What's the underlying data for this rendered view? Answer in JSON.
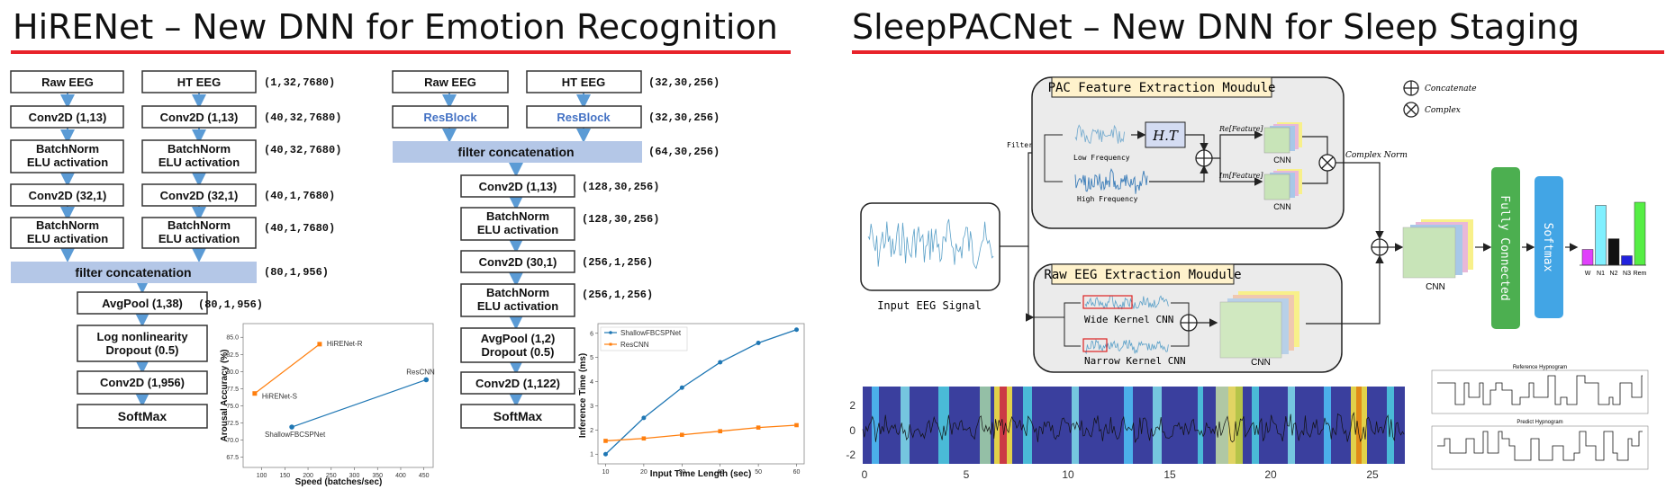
{
  "left_title": "HiRENet – New DNN for Emotion Recognition",
  "right_title": "SleepPACNet – New DNN for Sleep Staging",
  "hirenet": {
    "col_a": [
      "Raw EEG",
      "Conv2D (1,13)",
      "BatchNorm",
      "ELU activation",
      "Conv2D (32,1)",
      "BatchNorm",
      "ELU activation"
    ],
    "col_b": [
      "HT EEG",
      "Conv2D (1,13)",
      "BatchNorm",
      "ELU activation",
      "Conv2D (32,1)",
      "BatchNorm",
      "ELU activation"
    ],
    "concat": "filter concatenation",
    "tail": [
      "AvgPool (1,38)",
      "Log nonlinearity",
      "Dropout (0.5)",
      "Conv2D (1,956)",
      "SoftMax"
    ],
    "shapes": [
      "(1,32,7680)",
      "(40,32,7680)",
      "(40,32,7680)",
      "(40,1,7680)",
      "(40,1,7680)",
      "(80,1,956)",
      "(80,1,956)"
    ]
  },
  "resnet": {
    "col_a": [
      "Raw EEG",
      "ResBlock"
    ],
    "col_b": [
      "HT EEG",
      "ResBlock"
    ],
    "concat": "filter concatenation",
    "tail": [
      "Conv2D (1,13)",
      "BatchNorm",
      "ELU activation",
      "Conv2D (30,1)",
      "BatchNorm",
      "ELU activation",
      "AvgPool (1,2)",
      "Dropout (0.5)",
      "Conv2D (1,122)",
      "SoftMax"
    ],
    "shapes": [
      "(32,30,256)",
      "(32,30,256)",
      "(64,30,256)",
      "(128,30,256)",
      "(128,30,256)",
      "(256,1,256)",
      "(256,1,256)"
    ]
  },
  "colors": {
    "accent_red": "#e8222a",
    "concat_blue": "#b4c7e7",
    "resblock_blue": "#4472c4",
    "fc_green": "#4caf50",
    "softmax_blue": "#42a5e5",
    "series_blue": "#1f77b4",
    "series_orange": "#ff7f0e"
  },
  "chart_data": [
    {
      "type": "scatter",
      "xlabel": "Speed (batches/sec)",
      "ylabel": "Arousal Accuracy (%)",
      "xlim": [
        60,
        470
      ],
      "ylim": [
        66,
        87
      ],
      "xticks": [
        100,
        150,
        200,
        250,
        300,
        350,
        400,
        450
      ],
      "yticks": [
        67.5,
        70.0,
        72.5,
        75.0,
        77.5,
        80.0,
        82.5,
        85.0
      ],
      "points": [
        {
          "label": "HiRENet-S",
          "x": 85,
          "y": 76.8
        },
        {
          "label": "HiRENet-R",
          "x": 225,
          "y": 84.0
        },
        {
          "label": "ShallowFBCSPNet",
          "x": 165,
          "y": 71.9
        },
        {
          "label": "ResCNN",
          "x": 455,
          "y": 78.8
        }
      ]
    },
    {
      "type": "line",
      "xlabel": "Input Time Length (sec)",
      "ylabel": "Inference Time (ms)",
      "xlim": [
        8,
        62
      ],
      "ylim": [
        0.6,
        6.4
      ],
      "xticks": [
        10,
        20,
        30,
        40,
        50,
        60
      ],
      "yticks": [
        1,
        2,
        3,
        4,
        5,
        6
      ],
      "x": [
        10,
        20,
        30,
        40,
        50,
        60
      ],
      "series": [
        {
          "name": "ShallowFBCSPNet",
          "values": [
            1.0,
            2.5,
            3.75,
            4.8,
            5.6,
            6.15
          ]
        },
        {
          "name": "ResCNN",
          "values": [
            1.55,
            1.65,
            1.8,
            1.95,
            2.1,
            2.2
          ]
        }
      ]
    }
  ],
  "sleep": {
    "pac_title": "PAC Feature Extraction Moudule",
    "raw_title": "Raw EEG Extraction Moudule",
    "filtering": "Filtering",
    "low_freq": "Low Frequency",
    "high_freq": "High Frequency",
    "ht": "H.T",
    "re_feature": "Re[Feature]",
    "im_feature": "Im[Feature]",
    "complex_norm": "Complex Norm",
    "cnn": "CNN",
    "wide_kernel": "Wide Kernel CNN",
    "narrow_kernel": "Narrow Kernel CNN",
    "input_signal": "Input EEG Signal",
    "legend_concat": "Concatenate",
    "legend_complex": "Complex",
    "fully_connected": "Fully Connected",
    "softmax": "Softmax",
    "classes": [
      "W",
      "N1",
      "N2",
      "N3",
      "Rem"
    ],
    "class_values": [
      0.25,
      0.95,
      0.42,
      0.15,
      1.0
    ],
    "class_colors": [
      "#e040fb",
      "#80f0ff",
      "#111111",
      "#2222dd",
      "#55ee44"
    ],
    "heatmap_yticks": [
      "2",
      "0",
      "-2"
    ],
    "heatmap_xticks": [
      "0",
      "5",
      "10",
      "15",
      "20",
      "25"
    ],
    "hyp_ref": "Reference Hypnogram",
    "hyp_pred": "Predict Hypnogram"
  }
}
